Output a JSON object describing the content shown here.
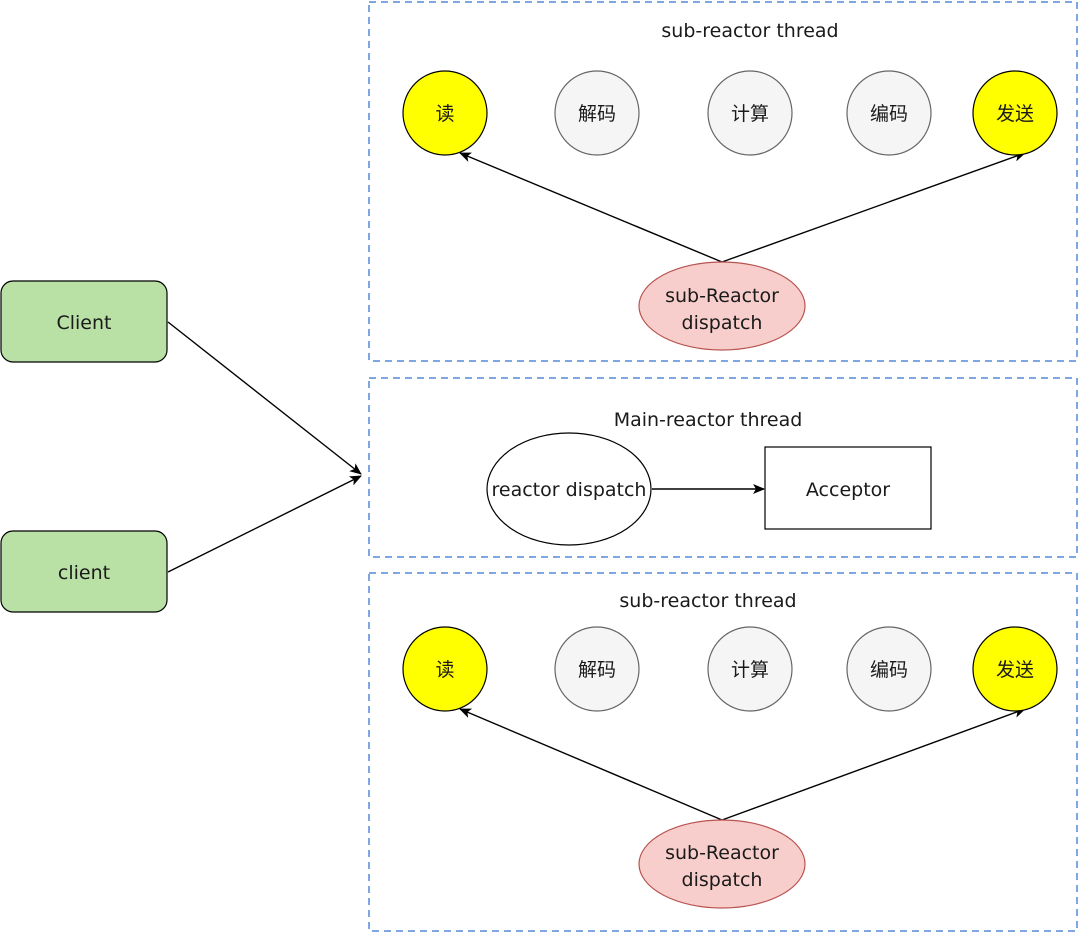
{
  "colors": {
    "client_fill": "#b9e0a5",
    "io_stage_fill": "#ffff00",
    "cpu_stage_fill": "#f5f5f5",
    "dispatch_fill": "#f8cecc",
    "group_border": "#7ea6e0"
  },
  "clients": [
    {
      "label": "Client"
    },
    {
      "label": "client"
    }
  ],
  "sub_reactor_top": {
    "title": "sub-reactor thread",
    "stages": [
      "读",
      "解码",
      "计算",
      "编码",
      "发送"
    ],
    "dispatch": {
      "line1": "sub-Reactor",
      "line2": "dispatch"
    }
  },
  "main_reactor": {
    "title": "Main-reactor thread",
    "dispatch": "reactor dispatch",
    "acceptor": "Acceptor"
  },
  "sub_reactor_bottom": {
    "title": "sub-reactor thread",
    "stages": [
      "读",
      "解码",
      "计算",
      "编码",
      "发送"
    ],
    "dispatch": {
      "line1": "sub-Reactor",
      "line2": "dispatch"
    }
  }
}
